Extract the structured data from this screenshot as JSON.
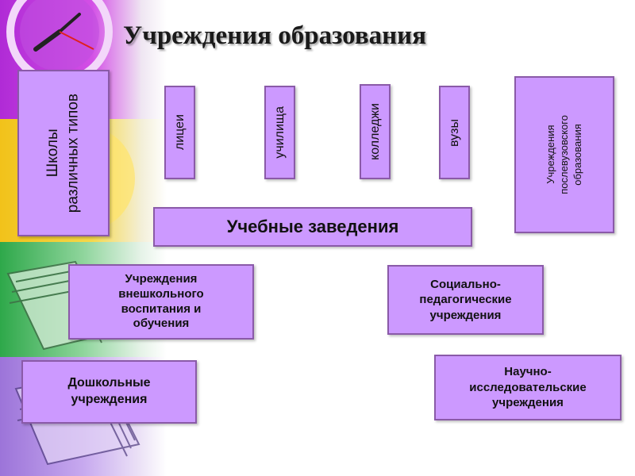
{
  "title": "Учреждения образования",
  "colors": {
    "box_fill": "#cc99ff",
    "box_border": "#8a5aa8"
  },
  "boxes": {
    "schools": "Школы\nразличных типов",
    "lycees": "лицеи",
    "uchilishcha": "училища",
    "colleges": "колледжи",
    "universities": "вузы",
    "postgraduate": "Учреждения\nпослевузовского\nобразования",
    "educational_institutions": "Учебные заведения",
    "extracurricular": "Учреждения\nвнешкольного\nвоспитания и\nобучения",
    "social_pedagogical": "Социально-\nпедагогические\nучреждения",
    "preschool": "Дошкольные\nучреждения",
    "research": "Научно-\nисследовательские\nучреждения"
  }
}
